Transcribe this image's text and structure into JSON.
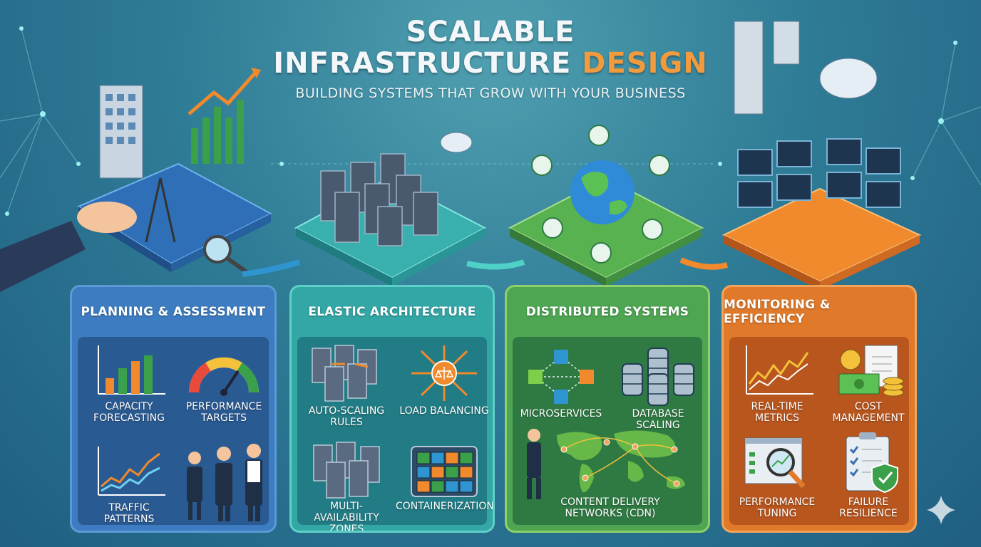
{
  "header": {
    "title_line1": "SCALABLE",
    "title_line2_main": "INFRASTRUCTURE",
    "title_line2_accent": "DESIGN",
    "subtitle": "BUILDING SYSTEMS THAT GROW WITH YOUR BUSINESS"
  },
  "colors": {
    "background": "#2f7c96",
    "accent": "#f19a3e",
    "planning": "#3d7cc0",
    "elastic": "#33a6a6",
    "distributed": "#4ea552",
    "monitoring": "#e07a2a"
  },
  "panels": [
    {
      "title": "PLANNING & ASSESSMENT",
      "items": [
        {
          "label": "CAPACITY\nFORECASTING",
          "icon": "bar-chart-icon"
        },
        {
          "label": "PERFORMANCE\nTARGETS",
          "icon": "gauge-icon"
        },
        {
          "label": "TRAFFIC\nPATTERNS",
          "icon": "line-chart-icon"
        },
        {
          "label": "",
          "icon": "team-meeting-icon"
        }
      ]
    },
    {
      "title": "ELASTIC ARCHITECTURE",
      "items": [
        {
          "label": "AUTO-SCALING\nRULES",
          "icon": "server-cluster-icon"
        },
        {
          "label": "LOAD BALANCING",
          "icon": "load-balancer-icon"
        },
        {
          "label": "MULTI-AVAILABILITY\nZONES",
          "icon": "server-zones-icon"
        },
        {
          "label": "CONTAINERIZATION",
          "icon": "containers-icon"
        }
      ]
    },
    {
      "title": "DISTRIBUTED SYSTEMS",
      "items": [
        {
          "label": "MICROSERVICES",
          "icon": "microservices-icon"
        },
        {
          "label": "DATABASE SCALING",
          "icon": "database-icon"
        },
        {
          "label": "CONTENT DELIVERY\nNETWORKS (CDN)",
          "icon": "world-map-icon"
        }
      ]
    },
    {
      "title": "MONITORING & EFFICIENCY",
      "items": [
        {
          "label": "REAL-TIME\nMETRICS",
          "icon": "realtime-chart-icon"
        },
        {
          "label": "COST\nMANAGEMENT",
          "icon": "money-icon"
        },
        {
          "label": "PERFORMANCE\nTUNING",
          "icon": "magnifier-report-icon"
        },
        {
          "label": "FAILURE\nRESILIENCE",
          "icon": "checklist-shield-icon"
        }
      ]
    }
  ]
}
